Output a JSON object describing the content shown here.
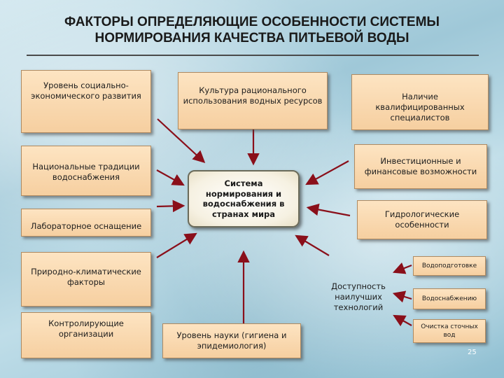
{
  "title": {
    "line1": "ФАКТОРЫ ОПРЕДЕЛЯЮЩИЕ ОСОБЕННОСТИ СИСТЕМЫ",
    "line2": "НОРМИРОВАНИЯ КАЧЕСТВА ПИТЬЕВОЙ ВОДЫ"
  },
  "center": "Система нормирования и водоснабжения в странах мира",
  "factors": {
    "social_economic": "Уровень социально-экономического развития",
    "water_culture": "Культура рационального использования водных ресурсов",
    "specialists": "Наличие квалифицированных специалистов",
    "national_traditions": "Национальные традиции водоснабжения",
    "investment": "Инвестиционные и финансовые возможности",
    "lab_equipment": "Лабораторное оснащение",
    "hydrological": "Гидрологические особенности",
    "climate": "Природно-климатические факторы",
    "control_orgs": "Контролирующие организации",
    "science": "Уровень науки (гигиена и эпидемиология)",
    "technologies": "Доступность наилучших технологий"
  },
  "technology_items": [
    "Водоподготовке",
    "Водоснабжению",
    "Очистка сточных вод"
  ],
  "page_number": "25",
  "colors": {
    "box_fill": "#f6cfa0",
    "arrow": "#8a0f1a",
    "title_rule": "#4a4a4a"
  }
}
